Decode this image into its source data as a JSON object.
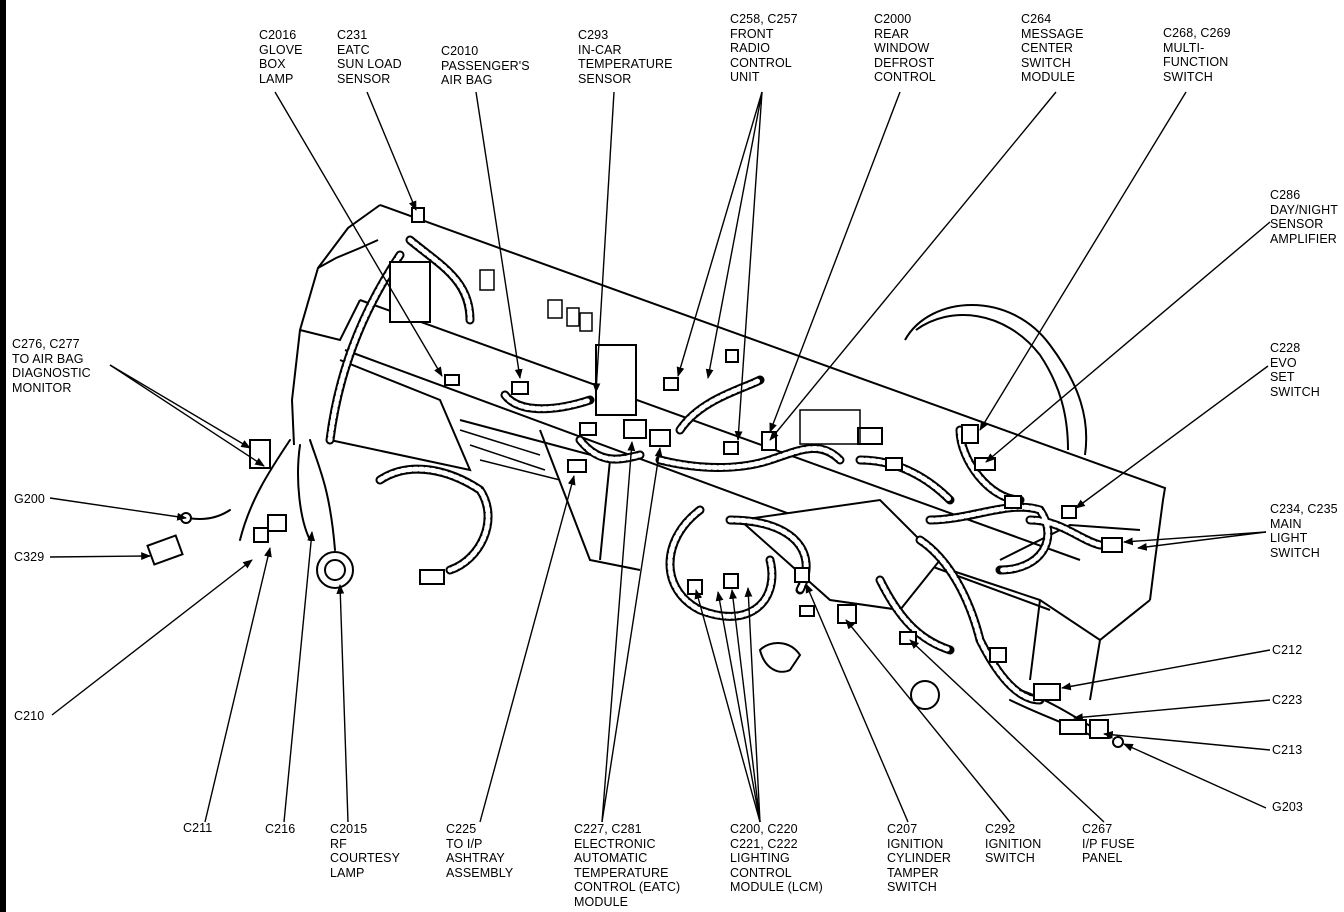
{
  "labels": {
    "c2016": [
      "C2016",
      "GLOVE",
      "BOX",
      "LAMP"
    ],
    "c231": [
      "C231",
      "EATC",
      "SUN LOAD",
      "SENSOR"
    ],
    "c2010": [
      "C2010",
      "PASSENGER'S",
      "AIR BAG"
    ],
    "c293": [
      "C293",
      "IN-CAR",
      "TEMPERATURE",
      "SENSOR"
    ],
    "c258": [
      "C258, C257",
      "FRONT",
      "RADIO",
      "CONTROL",
      "UNIT"
    ],
    "c2000": [
      "C2000",
      "REAR",
      "WINDOW",
      "DEFROST",
      "CONTROL"
    ],
    "c264": [
      "C264",
      "MESSAGE",
      "CENTER",
      "SWITCH",
      "MODULE"
    ],
    "c268": [
      "C268, C269",
      "MULTI-",
      "FUNCTION",
      "SWITCH"
    ],
    "c286": [
      "C286",
      "DAY/NIGHT",
      "SENSOR",
      "AMPLIFIER"
    ],
    "c276": [
      "C276, C277",
      "TO AIR BAG",
      "DIAGNOSTIC",
      "MONITOR"
    ],
    "c228": [
      "C228",
      "EVO",
      "SET",
      "SWITCH"
    ],
    "g200": [
      "G200"
    ],
    "c329": [
      "C329"
    ],
    "c234": [
      "C234, C235",
      "MAIN",
      "LIGHT",
      "SWITCH"
    ],
    "c212": [
      "C212"
    ],
    "c223": [
      "C223"
    ],
    "c210": [
      "C210"
    ],
    "c213": [
      "C213"
    ],
    "g203": [
      "G203"
    ],
    "c211": [
      "C211"
    ],
    "c216": [
      "C216"
    ],
    "c2015": [
      "C2015",
      "RF",
      "COURTESY",
      "LAMP"
    ],
    "c225": [
      "C225",
      "TO I/P",
      "ASHTRAY",
      "ASSEMBLY"
    ],
    "c227": [
      "C227, C281",
      "ELECTRONIC",
      "AUTOMATIC",
      "TEMPERATURE",
      "CONTROL (EATC)",
      "MODULE"
    ],
    "c200": [
      "C200, C220",
      "C221, C222",
      "LIGHTING",
      "CONTROL",
      "MODULE (LCM)"
    ],
    "c207": [
      "C207",
      "IGNITION",
      "CYLINDER",
      "TAMPER",
      "SWITCH"
    ],
    "c292": [
      "C292",
      "IGNITION",
      "SWITCH"
    ],
    "c267": [
      "C267",
      "I/P FUSE",
      "PANEL"
    ]
  },
  "colors": {
    "ink": "#000000",
    "paper": "#ffffff"
  }
}
